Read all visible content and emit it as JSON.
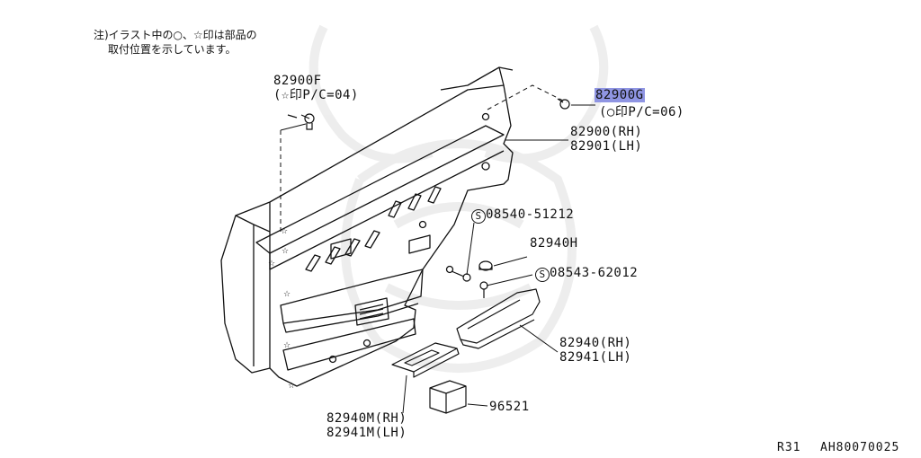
{
  "note": {
    "line1": "注)イラスト中の○、☆印は部品の",
    "line2": "取付位置を示しています。"
  },
  "parts": {
    "p82900F": {
      "number": "82900F",
      "qualifier": "(☆印P/C=04)"
    },
    "p82900G": {
      "number": "82900G",
      "qualifier": "(○印P/C=06)"
    },
    "p82900": {
      "rh": "82900(RH)",
      "lh": "82901(LH)"
    },
    "p08540": {
      "symbol": "S",
      "number": "08540-51212"
    },
    "p82940H": {
      "number": "82940H"
    },
    "p08543": {
      "symbol": "S",
      "number": "08543-62012"
    },
    "p82940": {
      "rh": "82940(RH)",
      "lh": "82941(LH)"
    },
    "p96521": {
      "number": "96521"
    },
    "p82940M": {
      "rh": "82940M(RH)",
      "lh": "82941M(LH)"
    }
  },
  "footer": {
    "model": "R31",
    "code": "AH80070025"
  },
  "colors": {
    "highlight": "#8f95e3",
    "line": "#111111",
    "watermark": "#eeeeee"
  }
}
